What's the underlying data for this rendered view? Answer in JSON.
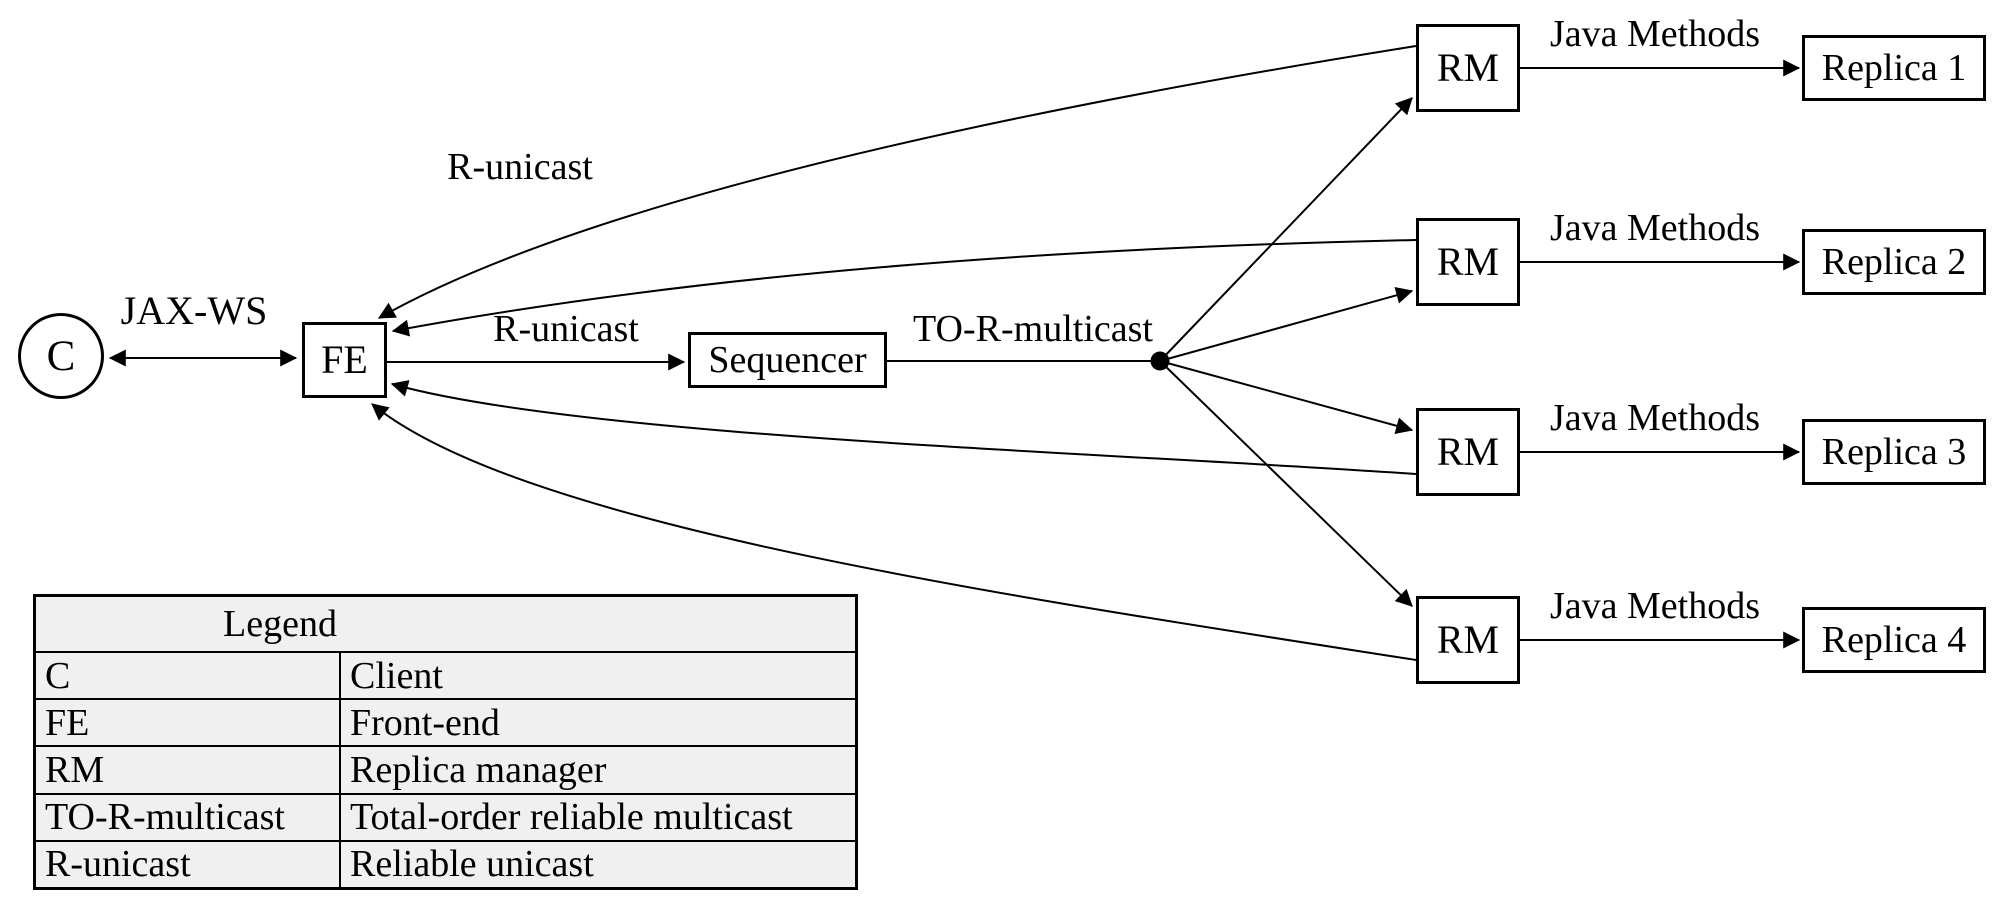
{
  "diagram": {
    "client_label": "C",
    "frontend_label": "FE",
    "sequencer_label": "Sequencer",
    "rm_label": "RM",
    "replica_labels": [
      "Replica 1",
      "Replica 2",
      "Replica 3",
      "Replica 4"
    ],
    "edge_labels": {
      "jax_ws": "JAX-WS",
      "r_unicast_return": "R-unicast",
      "r_unicast_request": "R-unicast",
      "to_r_multicast": "TO-R-multicast",
      "java_methods": "Java Methods"
    }
  },
  "legend": {
    "title": "Legend",
    "rows": [
      {
        "abbr": "C",
        "meaning": "Client"
      },
      {
        "abbr": "FE",
        "meaning": "Front-end"
      },
      {
        "abbr": "RM",
        "meaning": "Replica manager"
      },
      {
        "abbr": "TO-R-multicast",
        "meaning": "Total-order reliable multicast"
      },
      {
        "abbr": "R-unicast",
        "meaning": "Reliable unicast"
      }
    ]
  },
  "colors": {
    "ink": "#000000",
    "background": "#ffffff",
    "legend_background": "#f0f0f0"
  }
}
